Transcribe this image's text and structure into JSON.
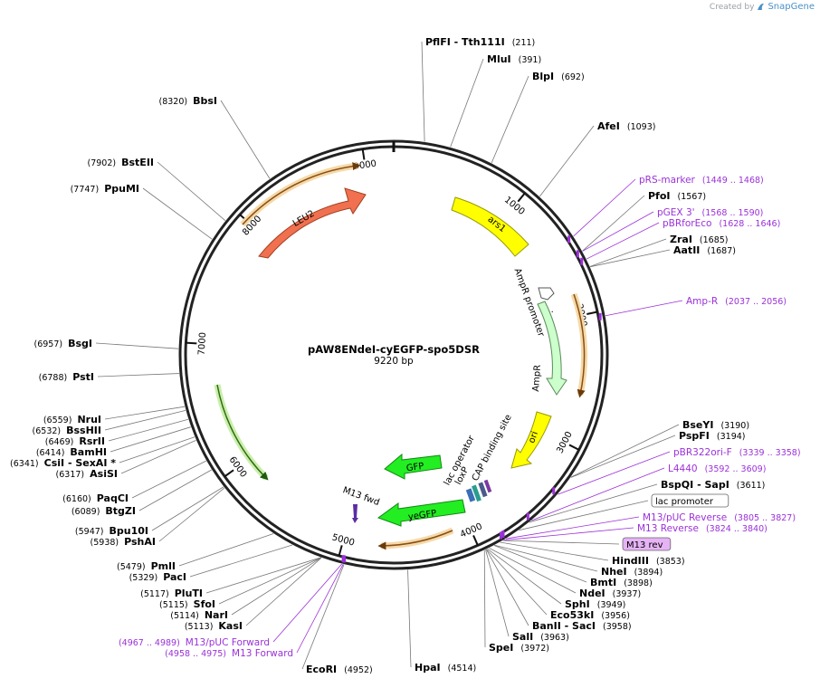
{
  "branding": {
    "created_by": "Created by",
    "app_name": "SnapGene"
  },
  "plasmid": {
    "name": "pAW8ENdeI-cyEGFP-spo5DSR",
    "size_label": "9220 bp",
    "total_bp": 9220
  },
  "ruler_ticks": [
    "1000",
    "2000",
    "3000",
    "4000",
    "5000",
    "6000",
    "7000",
    "8000",
    "9000"
  ],
  "enzymes": [
    {
      "name": "PflFI  -  Tth111I",
      "pos": "(211)"
    },
    {
      "name": "MluI",
      "pos": "(391)"
    },
    {
      "name": "BlpI",
      "pos": "(692)"
    },
    {
      "name": "AfeI",
      "pos": "(1093)"
    },
    {
      "name": "PfoI",
      "pos": "(1567)"
    },
    {
      "name": "ZraI",
      "pos": "(1685)"
    },
    {
      "name": "AatII",
      "pos": "(1687)"
    },
    {
      "name": "BseYI",
      "pos": "(3190)"
    },
    {
      "name": "PspFI",
      "pos": "(3194)"
    },
    {
      "name": "BspQI  -  SapI",
      "pos": "(3611)"
    },
    {
      "name": "HindIII",
      "pos": "(3853)"
    },
    {
      "name": "NheI",
      "pos": "(3894)"
    },
    {
      "name": "BmtI",
      "pos": "(3898)"
    },
    {
      "name": "NdeI",
      "pos": "(3937)"
    },
    {
      "name": "SphI",
      "pos": "(3949)"
    },
    {
      "name": "Eco53kI",
      "pos": "(3956)"
    },
    {
      "name": "BanII  -  SacI",
      "pos": "(3958)"
    },
    {
      "name": "SalI",
      "pos": "(3963)"
    },
    {
      "name": "SpeI",
      "pos": "(3972)"
    },
    {
      "name": "HpaI",
      "pos": "(4514)"
    },
    {
      "name": "EcoRI",
      "pos": "(4952)"
    },
    {
      "name": "KasI",
      "pos": "(5113)"
    },
    {
      "name": "NarI",
      "pos": "(5114)"
    },
    {
      "name": "SfoI",
      "pos": "(5115)"
    },
    {
      "name": "PluTI",
      "pos": "(5117)"
    },
    {
      "name": "PacI",
      "pos": "(5329)"
    },
    {
      "name": "PmlI",
      "pos": "(5479)"
    },
    {
      "name": "PshAI",
      "pos": "(5938)"
    },
    {
      "name": "Bpu10I",
      "pos": "(5947)"
    },
    {
      "name": "BtgZI",
      "pos": "(6089)"
    },
    {
      "name": "PaqCI",
      "pos": "(6160)"
    },
    {
      "name": "AsiSI",
      "pos": "(6317)"
    },
    {
      "name": "CsiI  -  SexAI *",
      "pos": "(6341)"
    },
    {
      "name": "BamHI",
      "pos": "(6414)"
    },
    {
      "name": "RsrII",
      "pos": "(6469)"
    },
    {
      "name": "BssHII",
      "pos": "(6532)"
    },
    {
      "name": "NruI",
      "pos": "(6559)"
    },
    {
      "name": "PstI",
      "pos": "(6788)"
    },
    {
      "name": "BsgI",
      "pos": "(6957)"
    },
    {
      "name": "PpuMI",
      "pos": "(7747)"
    },
    {
      "name": "BstEII",
      "pos": "(7902)"
    },
    {
      "name": "BbsI",
      "pos": "(8320)"
    }
  ],
  "primers": [
    {
      "name": "pRS-marker",
      "pos": "(1449 .. 1468)"
    },
    {
      "name": "pGEX 3'",
      "pos": "(1568 .. 1590)"
    },
    {
      "name": "pBRforEco",
      "pos": "(1628 .. 1646)"
    },
    {
      "name": "Amp-R",
      "pos": "(2037 .. 2056)"
    },
    {
      "name": "pBR322ori-F",
      "pos": "(3339 .. 3358)"
    },
    {
      "name": "L4440",
      "pos": "(3592 .. 3609)"
    },
    {
      "name": "M13/pUC Reverse",
      "pos": "(3805 .. 3827)"
    },
    {
      "name": "M13 Reverse",
      "pos": "(3824 .. 3840)"
    },
    {
      "name": "M13/pUC Forward",
      "pos": "(4967 .. 4989)"
    },
    {
      "name": "M13 Forward",
      "pos": "(4958 .. 4975)"
    }
  ],
  "boxed_features": [
    "lac promoter",
    "M13 rev"
  ],
  "features": [
    "LEU2",
    "ars1",
    "AmpR promoter",
    "AmpR",
    "ori",
    "GFP",
    "yeGFP",
    "lac operator",
    "loxP",
    "CAP binding site",
    "M13 fwd",
    "..."
  ],
  "colors": {
    "primer": "#9b30d9",
    "leu2": "#f07050",
    "ars": "#ffff00",
    "ampr": "#ccffcc",
    "gfp": "#22ee22",
    "orf": "#f0a030",
    "m13rev_box": "#e6b3f5"
  }
}
